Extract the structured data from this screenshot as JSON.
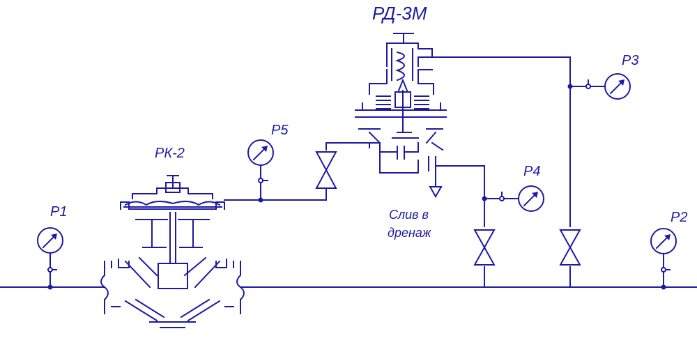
{
  "labels": {
    "rd3m": "РД-3М",
    "rk2": "РК-2",
    "p1": "Р1",
    "p2": "Р2",
    "p3": "Р3",
    "p4": "Р4",
    "p5": "Р5",
    "drain_line1": "Слив в",
    "drain_line2": "дренаж"
  },
  "colors": {
    "line": "#1c1aa3",
    "background": "#ffffff"
  },
  "icons": [
    "pressure-gauge-icon",
    "gate-valve-icon",
    "drain-arrow-icon"
  ]
}
